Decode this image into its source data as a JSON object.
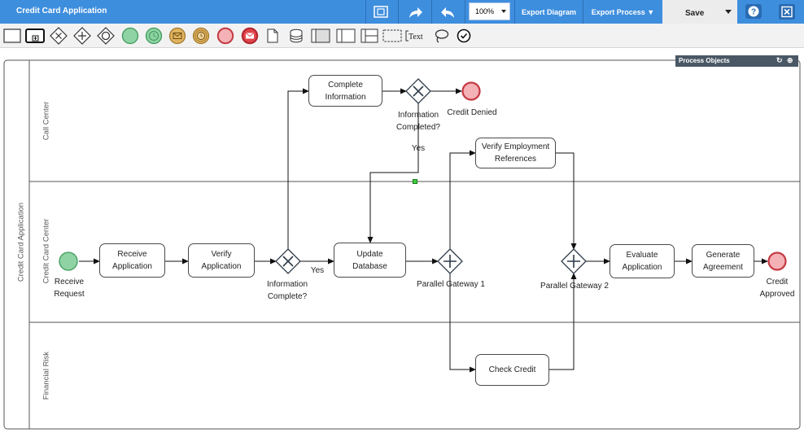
{
  "app": {
    "title": "Credit Card Application"
  },
  "toolbar": {
    "fit_icon": "fit-screen-icon",
    "redo_icon": "redo-icon",
    "undo_icon": "undo-icon",
    "zoom_value": "100%",
    "export_diagram": "Export Diagram",
    "export_process": "Export Process ▼",
    "save_label": "Save",
    "help_icon": "help-icon",
    "close_icon": "close-icon"
  },
  "palette": {
    "items": [
      {
        "name": "task-tool",
        "icon": "rectangle-icon"
      },
      {
        "name": "subprocess-tool",
        "icon": "subprocess-icon"
      },
      {
        "name": "exclusive-gateway-tool",
        "icon": "x-gateway-icon"
      },
      {
        "name": "parallel-gateway-tool",
        "icon": "plus-gateway-icon"
      },
      {
        "name": "inclusive-gateway-tool",
        "icon": "o-gateway-icon"
      },
      {
        "name": "start-event-tool",
        "icon": "start-event-icon"
      },
      {
        "name": "timer-start-tool",
        "icon": "timer-start-icon"
      },
      {
        "name": "message-start-tool",
        "icon": "message-start-icon"
      },
      {
        "name": "timer-intermediate-tool",
        "icon": "timer-intermediate-icon"
      },
      {
        "name": "end-event-tool",
        "icon": "end-event-icon"
      },
      {
        "name": "message-end-tool",
        "icon": "message-end-icon"
      },
      {
        "name": "data-object-tool",
        "icon": "document-icon"
      },
      {
        "name": "data-store-tool",
        "icon": "database-icon"
      },
      {
        "name": "pool-tool",
        "icon": "pool-icon"
      },
      {
        "name": "lane-tool",
        "icon": "lane-icon"
      },
      {
        "name": "lanes-tool",
        "icon": "lanes-icon"
      },
      {
        "name": "group-tool",
        "icon": "group-icon"
      },
      {
        "name": "text-tool",
        "icon": "text-annotation-icon",
        "label": "Text"
      },
      {
        "name": "lasso-tool",
        "icon": "lasso-icon"
      },
      {
        "name": "validate-tool",
        "icon": "check-circle-icon"
      }
    ]
  },
  "process_objects": {
    "title": "Process Objects",
    "refresh_icon": "refresh-icon",
    "add_icon": "add-circle-icon"
  },
  "diagram": {
    "pool_label": "Credit Card Application",
    "lanes": {
      "call_center": "Call Center",
      "credit_card_center": "Credit Card Center",
      "financial_risk": "Financial Risk"
    },
    "tasks": {
      "complete_information": "Complete Information",
      "verify_employment": "Verify Employment References",
      "receive_application": "Receive Application",
      "verify_application": "Verify Application",
      "update_database": "Update Database",
      "evaluate_application": "Evaluate Application",
      "generate_agreement": "Generate Agreement",
      "check_credit": "Check Credit"
    },
    "events": {
      "receive_request": "Receive Request",
      "credit_denied": "Credit Denied",
      "credit_approved": "Credit Approved"
    },
    "gateways": {
      "information_complete": "Information Complete?",
      "information_completed": "Information Completed?",
      "parallel_gateway_1": "Parallel Gateway 1",
      "parallel_gateway_2": "Parallel Gateway 2"
    },
    "flow_labels": {
      "yes_1": "Yes",
      "yes_2": "Yes"
    }
  },
  "colors": {
    "header": "#3e8ede",
    "start_event": "#8fd3a4",
    "end_event": "#f4b1b6"
  }
}
